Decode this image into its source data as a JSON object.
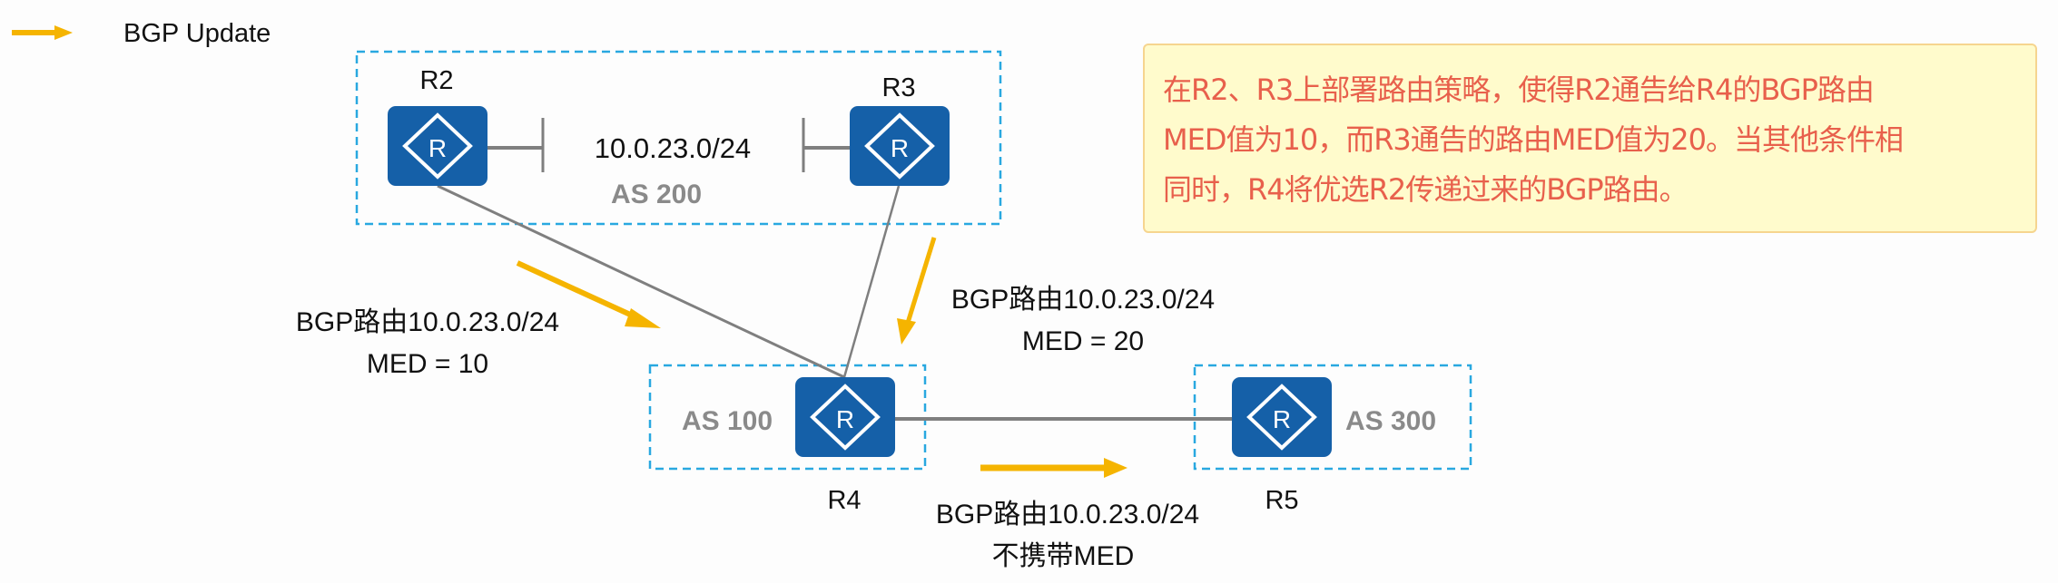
{
  "legend": {
    "icon": "yellow-arrow-icon",
    "label": "BGP Update"
  },
  "colors": {
    "arrow": "#f5b400",
    "router_fill": "#1560a8",
    "as_border": "#29a8e0",
    "link": "#7f7f7f",
    "note_bg": "#fffbcc",
    "note_border": "#f6d58f",
    "note_text": "#e8604c"
  },
  "routers": [
    {
      "id": "R2",
      "label": "R2",
      "icon": "router-icon"
    },
    {
      "id": "R3",
      "label": "R3",
      "icon": "router-icon"
    },
    {
      "id": "R4",
      "label": "R4",
      "icon": "router-icon"
    },
    {
      "id": "R5",
      "label": "R5",
      "icon": "router-icon"
    }
  ],
  "router_glyph": "R",
  "as_groups": [
    {
      "id": "as200",
      "label": "AS 200",
      "members": [
        "R2",
        "R3"
      ]
    },
    {
      "id": "as100",
      "label": "AS 100",
      "members": [
        "R4"
      ]
    },
    {
      "id": "as300",
      "label": "AS 300",
      "members": [
        "R5"
      ]
    }
  ],
  "subnet": {
    "label": "10.0.23.0/24",
    "between": [
      "R2",
      "R3"
    ]
  },
  "links": [
    {
      "from": "R2",
      "to": "R4"
    },
    {
      "from": "R3",
      "to": "R4"
    },
    {
      "from": "R4",
      "to": "R5"
    }
  ],
  "updates": [
    {
      "from": "R2",
      "to": "R4",
      "line1": "BGP路由10.0.23.0/24",
      "line2": "MED = 10"
    },
    {
      "from": "R3",
      "to": "R4",
      "line1": "BGP路由10.0.23.0/24",
      "line2": "MED = 20"
    },
    {
      "from": "R4",
      "to": "R5",
      "line1": "BGP路由10.0.23.0/24",
      "line2": "不携带MED"
    }
  ],
  "note": {
    "lines": [
      "在R2、R3上部署路由策略，使得R2通告给R4的BGP路由",
      "MED值为10，而R3通告的路由MED值为20。当其他条件相",
      "同时，R4将优选R2传递过来的BGP路由。"
    ]
  }
}
